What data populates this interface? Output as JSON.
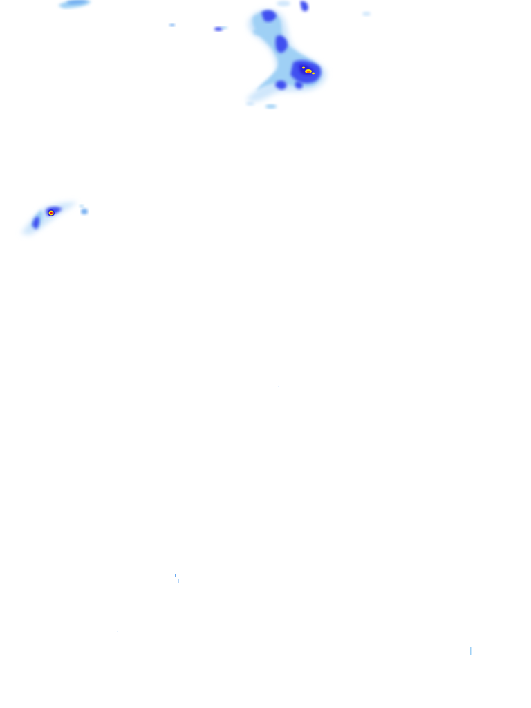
{
  "map": {
    "type": "precipitation-radar-overlay",
    "background": "#ffffff",
    "intensity_palette": {
      "very_light": "#cfe6fb",
      "light": "#9fd0f5",
      "moderate_light": "#6aa8ef",
      "moderate": "#3f4ff0",
      "heavy": "#2b1fd6",
      "very_heavy": "#ffe600",
      "intense": "#ff7a00",
      "extreme": "#e0101a"
    },
    "echo_clusters": [
      {
        "name": "northern-band",
        "peak_intensity": "very_heavy"
      },
      {
        "name": "western-cell",
        "peak_intensity": "extreme"
      }
    ]
  }
}
